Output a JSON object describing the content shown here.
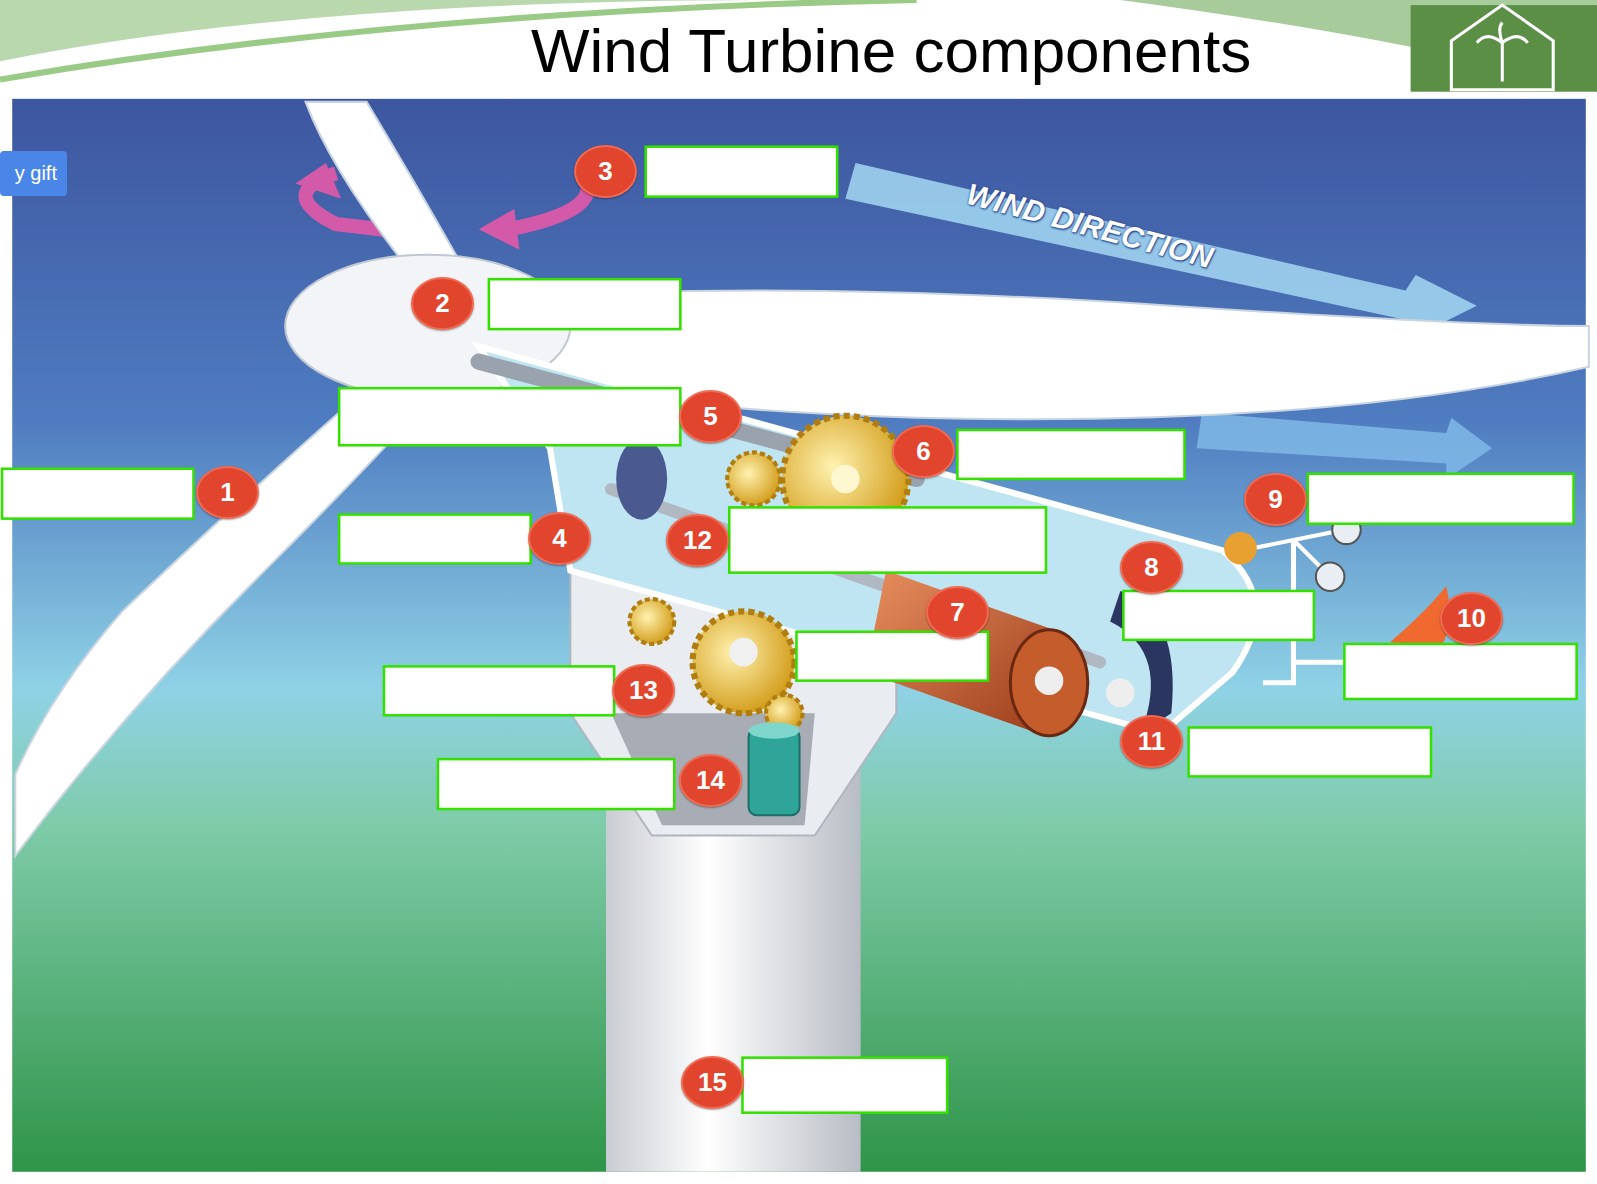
{
  "diagram": {
    "title": "Wind Turbine components",
    "nodes": [
      {
        "text": [
          "y gift"
        ]
      },
      {
        "text": [
          "3"
        ]
      },
      {
        "text": [
          "2"
        ]
      },
      {
        "text": [
          "5"
        ]
      },
      {
        "text": [
          "6"
        ]
      },
      {
        "text": [
          "1"
        ]
      },
      {
        "text": [
          "9"
        ]
      },
      {
        "text": [
          "4"
        ]
      },
      {
        "text": [
          "12"
        ]
      },
      {
        "text": [
          "8"
        ]
      },
      {
        "text": [
          "7"
        ]
      },
      {
        "text": [
          "10"
        ]
      },
      {
        "text": [
          "13"
        ]
      },
      {
        "text": [
          "11"
        ]
      },
      {
        "text": [
          "14"
        ]
      },
      {
        "text": [
          "15"
        ]
      }
    ],
    "labels": [
      "WIND DIRECTION"
    ]
  }
}
